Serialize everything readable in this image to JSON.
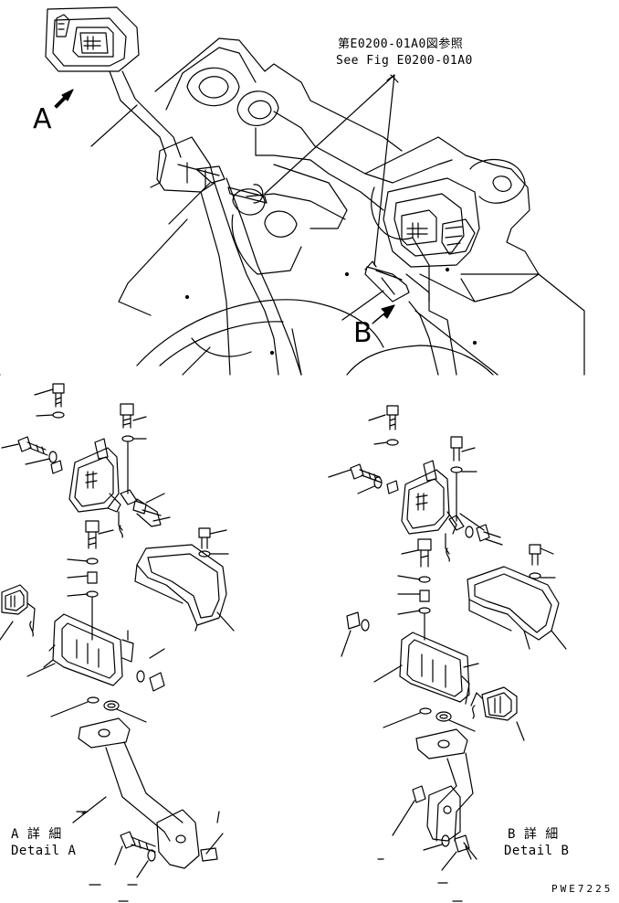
{
  "labels": {
    "view_a": "A",
    "view_b": "B",
    "reference_jp": "第E0200-01A0図参照",
    "reference_en": "See Fig E0200-01A0",
    "detail_a_jp": "A 詳 細",
    "detail_a_en": "Detail A",
    "detail_b_jp": "B 詳 細",
    "detail_b_en": "Detail B",
    "drawing_code": "PWE7225"
  }
}
